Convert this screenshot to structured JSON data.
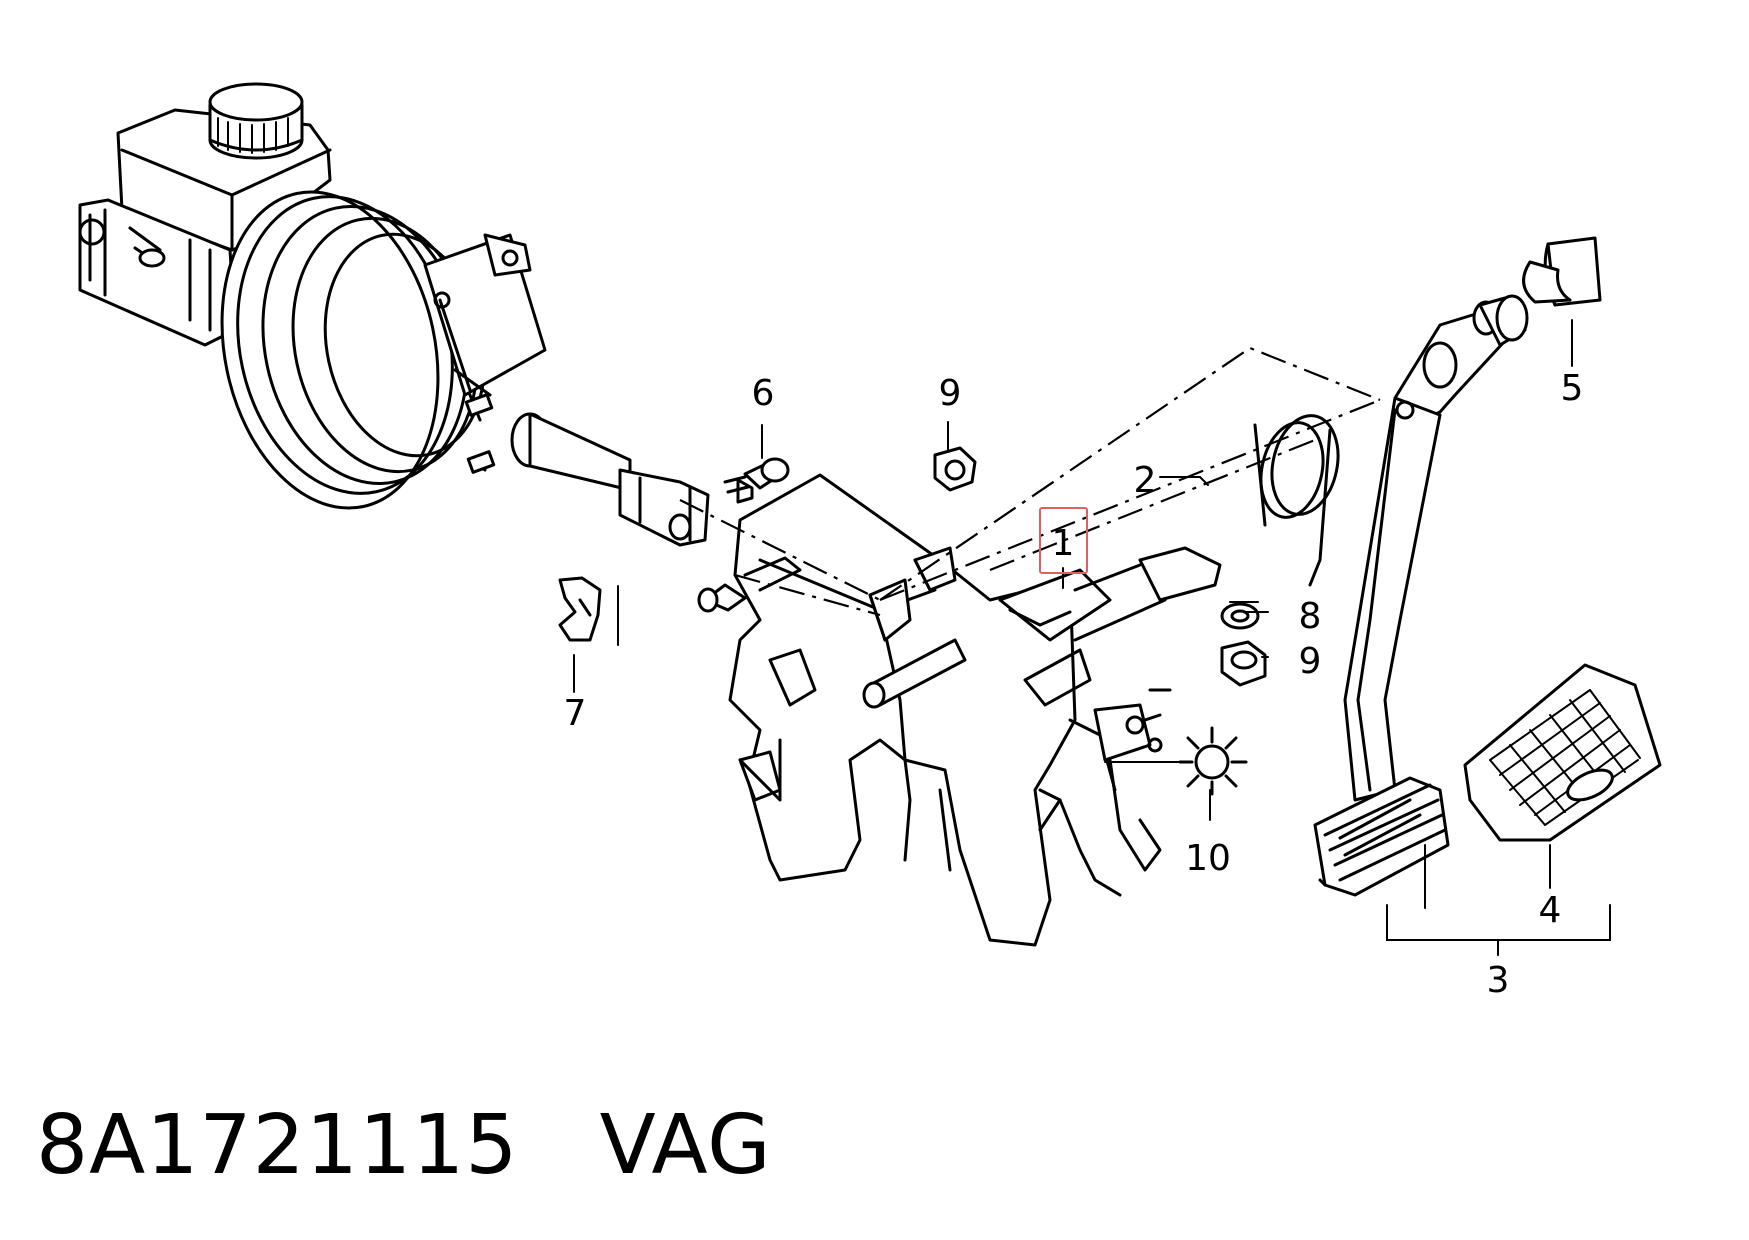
{
  "footer": {
    "part_number": "8A1721115",
    "brand": "VAG"
  },
  "callouts": {
    "c1": "1",
    "c2": "2",
    "c3": "3",
    "c4": "4",
    "c5": "5",
    "c6": "6",
    "c7": "7",
    "c8": "8",
    "c9a": "9",
    "c9b": "9",
    "c10": "10"
  },
  "highlight": {
    "callout": "1",
    "color": "#e06060"
  }
}
